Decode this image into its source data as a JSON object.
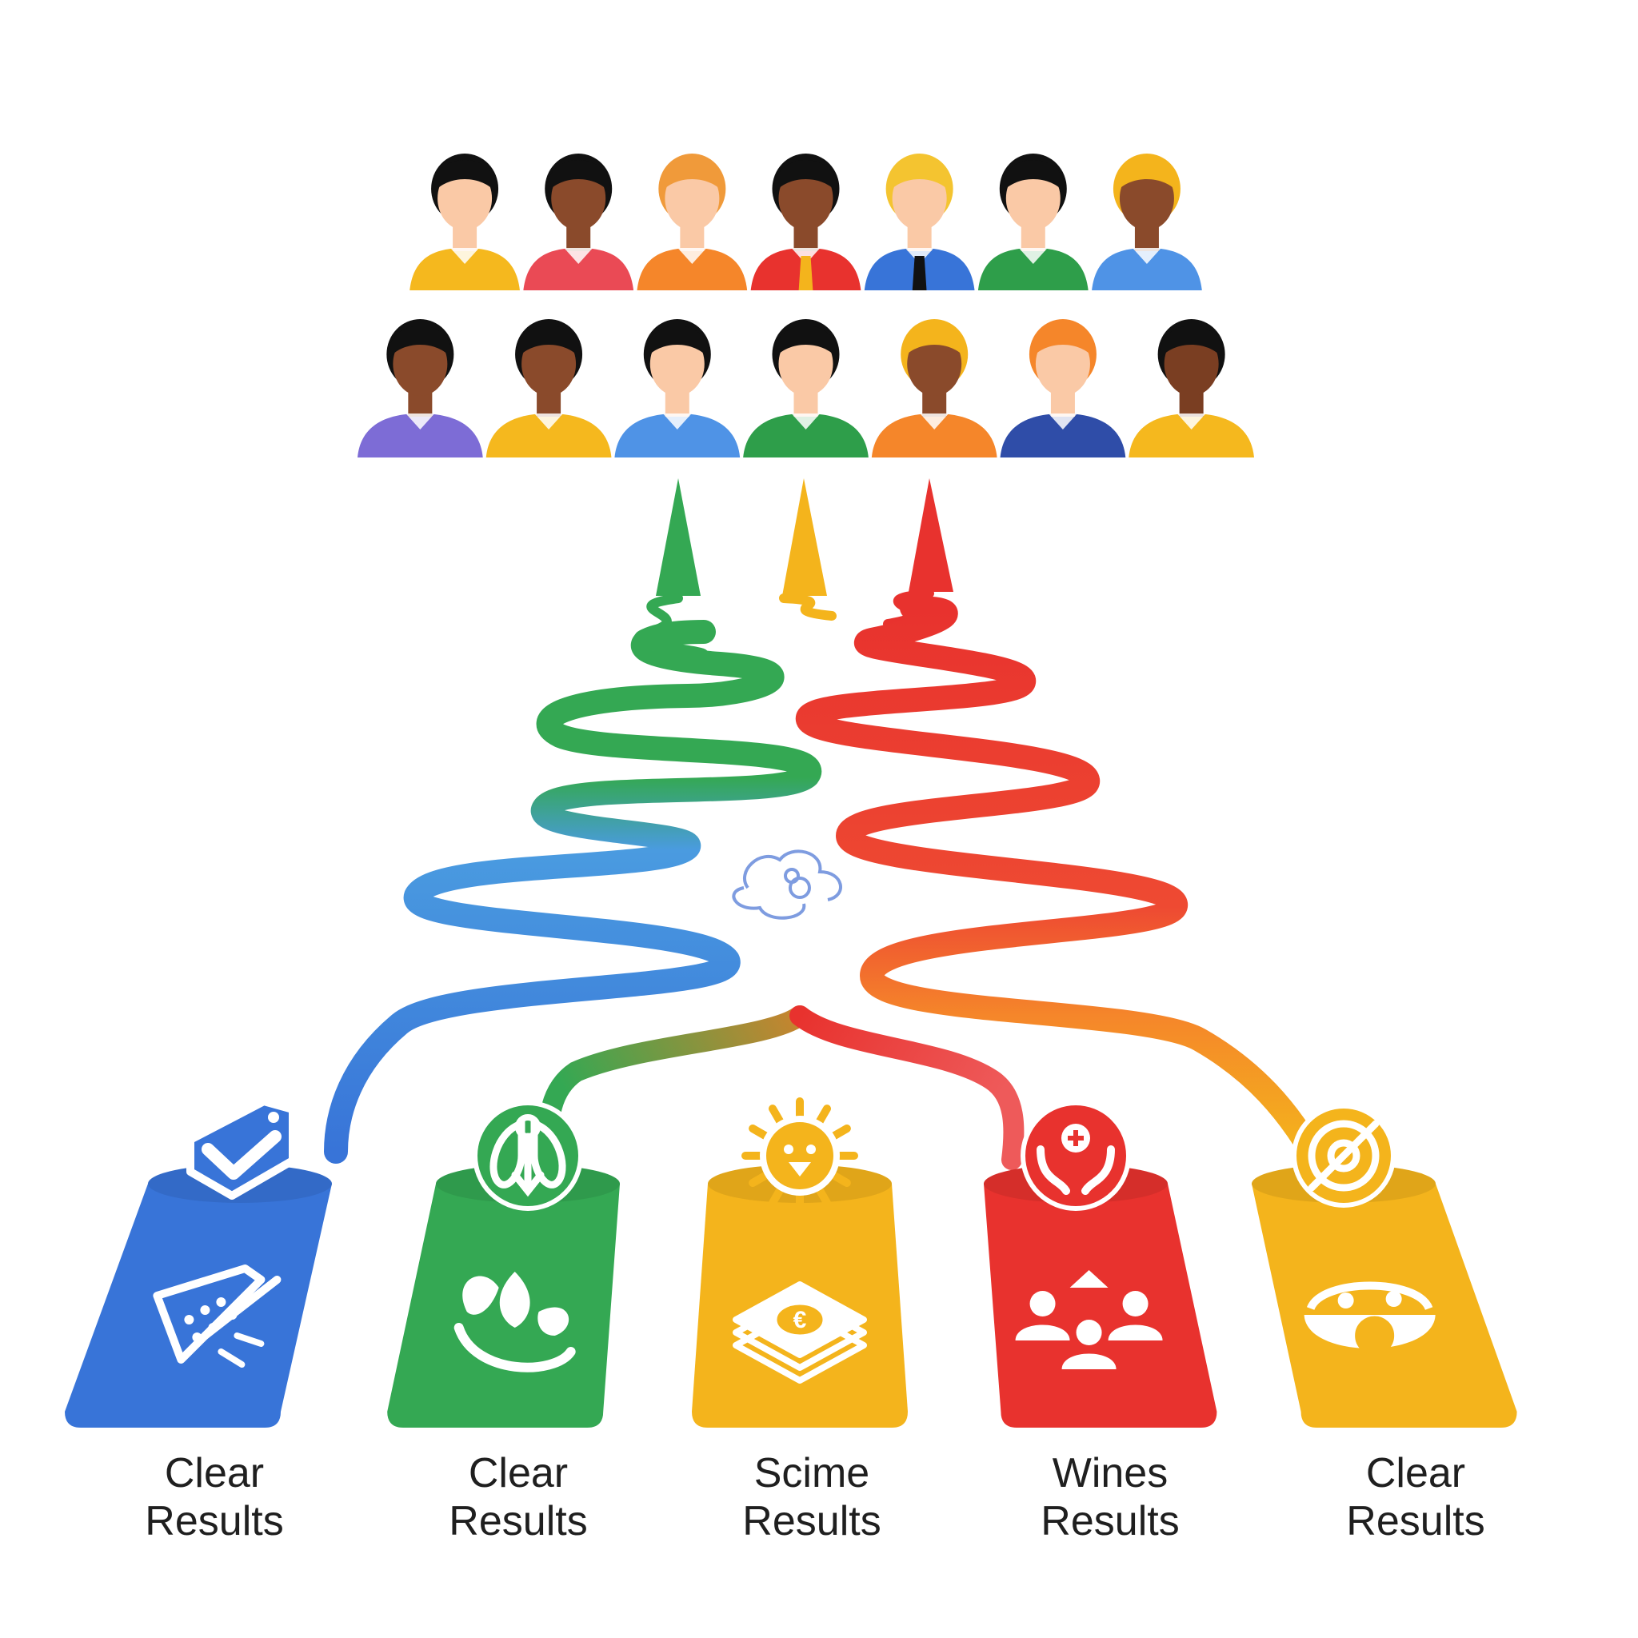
{
  "colors": {
    "blue": "#3874D8",
    "green": "#34A853",
    "yellow": "#F4B41C",
    "red": "#E8322E",
    "orange": "#F5862A",
    "purple": "#7D6CD6",
    "light_blue": "#4F93E6"
  },
  "crowd": {
    "rows": [
      {
        "people": [
          {
            "shirt": "#F5B81E",
            "skin": "#FAC9A6",
            "hair": "#111111"
          },
          {
            "shirt": "#EA4A55",
            "skin": "#8A4A2B",
            "hair": "#111111"
          },
          {
            "shirt": "#F5862A",
            "skin": "#FAC9A6",
            "hair": "#F09A3A"
          },
          {
            "shirt": "#E8322E",
            "skin": "#8A4A2B",
            "hair": "#111111",
            "tie": "#F4B41C"
          },
          {
            "shirt": "#3874D8",
            "skin": "#FAC9A6",
            "hair": "#F4C430",
            "tie": "#111111"
          },
          {
            "shirt": "#2E9E4A",
            "skin": "#FAC9A6",
            "hair": "#111111"
          },
          {
            "shirt": "#4F93E6",
            "skin": "#8A4A2B",
            "hair": "#F4B41C"
          }
        ]
      },
      {
        "people": [
          {
            "shirt": "#7D6CD6",
            "skin": "#8A4A2B",
            "hair": "#111111"
          },
          {
            "shirt": "#F5B81E",
            "skin": "#8A4A2B",
            "hair": "#111111"
          },
          {
            "shirt": "#4F93E6",
            "skin": "#FAC9A6",
            "hair": "#111111"
          },
          {
            "shirt": "#2E9E4A",
            "skin": "#FAC9A6",
            "hair": "#111111"
          },
          {
            "shirt": "#F5862A",
            "skin": "#8A4A2B",
            "hair": "#F4B41C"
          },
          {
            "shirt": "#2F4DA8",
            "skin": "#FAC9A6",
            "hair": "#F5862A"
          },
          {
            "shirt": "#F5B81E",
            "skin": "#7A3E22",
            "hair": "#111111"
          }
        ]
      }
    ]
  },
  "streams": [
    {
      "name": "blue-stream",
      "color_top": "#34A853",
      "color_bottom": "#3874D8"
    },
    {
      "name": "red-stream",
      "color_top": "#E8322E",
      "color_bottom": "#F4B41C"
    }
  ],
  "arrows": [
    {
      "color": "#34A853"
    },
    {
      "color": "#F4B41C"
    },
    {
      "color": "#E8322E"
    }
  ],
  "outcomes": [
    {
      "color": "#3874D8",
      "top_icon": "mail-check-icon",
      "body_icon": "broom-sweep-icon",
      "line1": "Clear",
      "line2": "Results"
    },
    {
      "color": "#34A853",
      "top_icon": "lungs-icon",
      "body_icon": "leaf-growth-icon",
      "line1": "Clear",
      "line2": "Results"
    },
    {
      "color": "#F4B41C",
      "top_icon": "sun-face-icon",
      "body_icon": "money-stack-icon",
      "line1": "Scime",
      "line2": "Results"
    },
    {
      "color": "#E8322E",
      "top_icon": "care-hands-icon",
      "body_icon": "community-icon",
      "line1": "Wines",
      "line2": "Results"
    },
    {
      "color": "#F4B41C",
      "top_icon": "target-icon",
      "body_icon": "food-bowl-icon",
      "line1": "Clear",
      "line2": "Results"
    }
  ]
}
